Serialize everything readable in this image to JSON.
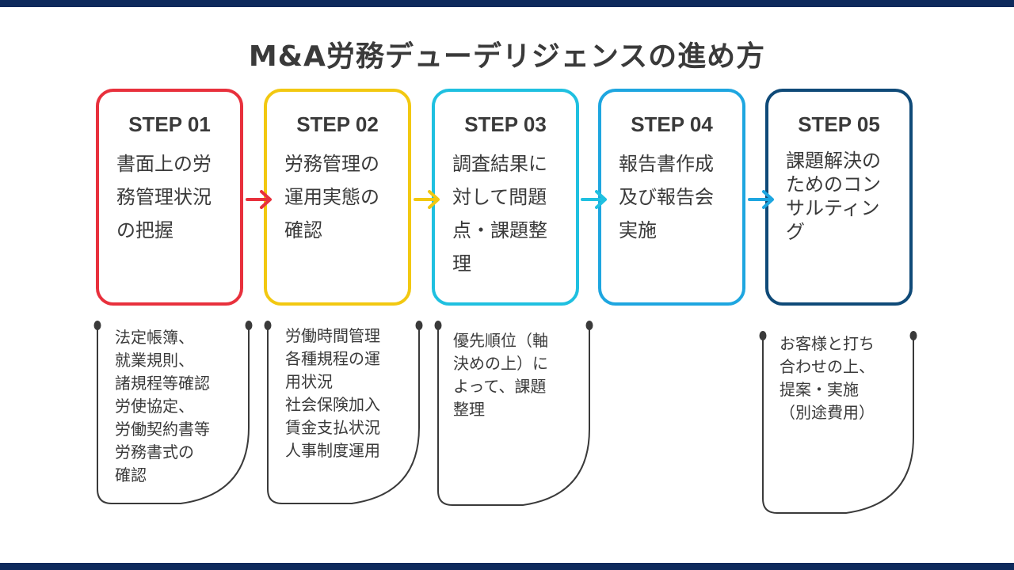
{
  "title": "M&A労務デューデリジェンスの進め方",
  "colors": {
    "bar": "#0e2a5c",
    "step1": "#e8303c",
    "step2": "#f2c811",
    "step3": "#1fc0e0",
    "step4": "#1ea6e0",
    "step5": "#0f4a78",
    "connector": "#3a3a3a"
  },
  "steps": [
    {
      "label": "STEP 01",
      "text": "書面上の労務管理状況の把握",
      "lines": [
        "書面上の労",
        "務管理状況",
        "の把握"
      ],
      "note": "法定帳簿、\n就業規則、\n諸規程等確認\n労使協定、\n労働契約書等\n労務書式の\n確認"
    },
    {
      "label": "STEP 02",
      "text": "労務管理の運用実態の確認",
      "lines": [
        "労務管理の",
        "運用実態の",
        "確認"
      ],
      "note": "労働時間管理\n各種規程の運\n用状況\n社会保険加入\n賃金支払状況\n人事制度運用"
    },
    {
      "label": "STEP 03",
      "text": "調査結果に対して問題点・課題整理",
      "lines": [
        "調査結果に",
        "対して問題",
        "点・課題整",
        "理"
      ],
      "note": "優先順位（軸\n決めの上）に\nよって、課題\n整理"
    },
    {
      "label": "STEP 04",
      "text": "報告書作成及び報告会実施",
      "lines": [
        "報告書作成",
        "及び報告会",
        "実施"
      ],
      "note": ""
    },
    {
      "label": "STEP 05",
      "text": "課題解決のためのコンサルティング",
      "lines": [
        "課題解決の",
        "ためのコン",
        "サルティン",
        "グ"
      ],
      "note": "お客様と打ち\n合わせの上、\n提案・実施\n（別途費用）"
    }
  ]
}
